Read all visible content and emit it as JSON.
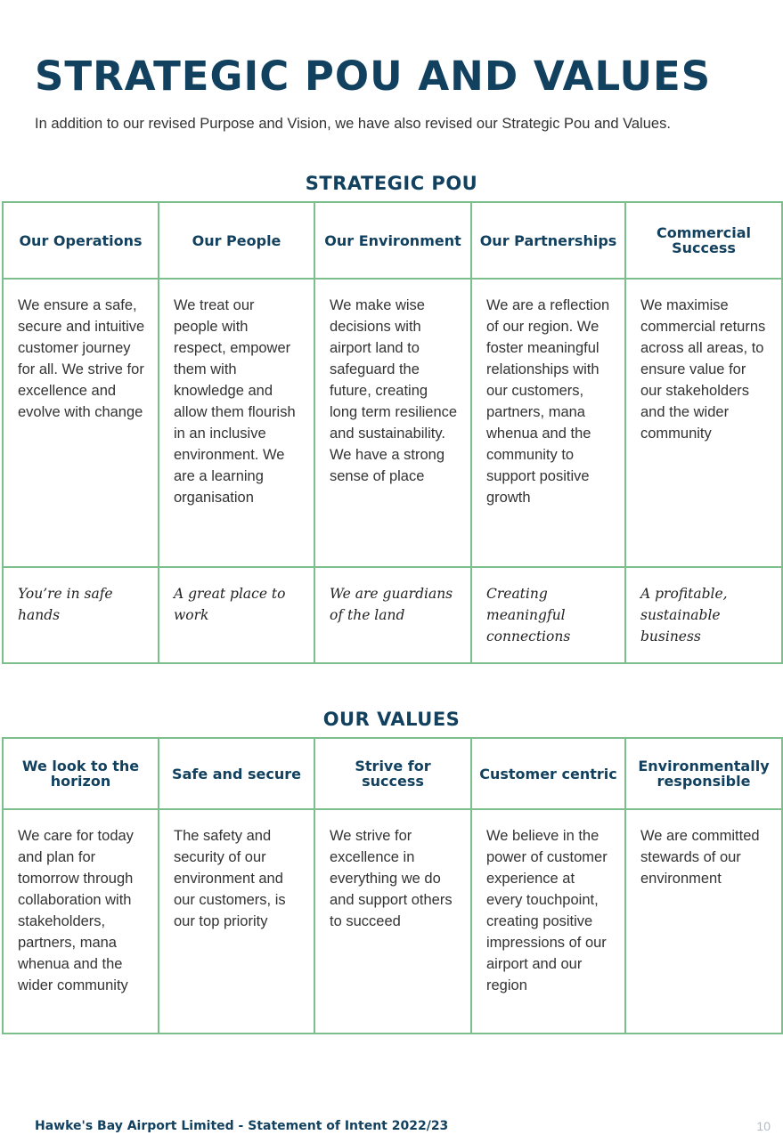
{
  "title": "STRATEGIC POU AND VALUES",
  "intro": "In addition to our revised Purpose and Vision, we have also revised our Strategic Pou and Values.",
  "strategic_pou": {
    "heading": "STRATEGIC POU",
    "columns": [
      {
        "header": "Our Operations",
        "description": "We ensure a safe, secure and intuitive customer journey for all. We strive for excellence and evolve with change",
        "slogan": "You’re in safe hands"
      },
      {
        "header": "Our People",
        "description": "We treat our people with respect, empower them with knowledge and allow them flourish in an inclusive environment. We are a learning organisation",
        "slogan": "A great place to work"
      },
      {
        "header": "Our Environment",
        "description": "We make wise decisions with airport land to safeguard the future, creating long term resilience and sustainability. We have a strong sense of place",
        "slogan": "We are guardians of the land"
      },
      {
        "header": "Our Partnerships",
        "description": "We are a reflection of our region. We foster meaningful relationships with our customers, partners, mana whenua and the community to support positive growth",
        "slogan": "Creating meaningful connections"
      },
      {
        "header": "Commercial Success",
        "description": "We maximise commercial returns across all areas, to ensure value for our stakeholders and the wider community",
        "slogan": "A profitable, sustainable business"
      }
    ]
  },
  "our_values": {
    "heading": "OUR VALUES",
    "columns": [
      {
        "header": "We look to the horizon",
        "description": "We care for today and plan for tomorrow through collaboration with stakeholders, partners, mana whenua and the wider community"
      },
      {
        "header": "Safe and secure",
        "description": "The safety and security of our environment and our customers, is our top priority"
      },
      {
        "header": "Strive for success",
        "description": "We strive for excellence in everything we do and support others to succeed"
      },
      {
        "header": "Customer centric",
        "description": "We believe in the power of customer experience at every touchpoint, creating positive impressions of our airport and our region"
      },
      {
        "header": "Environmentally responsible",
        "description": "We are committed stewards of our environment"
      }
    ]
  },
  "footer": {
    "document_name": "Hawke's Bay Airport Limited - Statement of Intent 2022/23",
    "page_number": "10"
  },
  "colors": {
    "heading_navy": "#12415f",
    "grid_green": "#7cbf8c",
    "body_text": "#333333",
    "page_number_grey": "#b0bac4"
  }
}
